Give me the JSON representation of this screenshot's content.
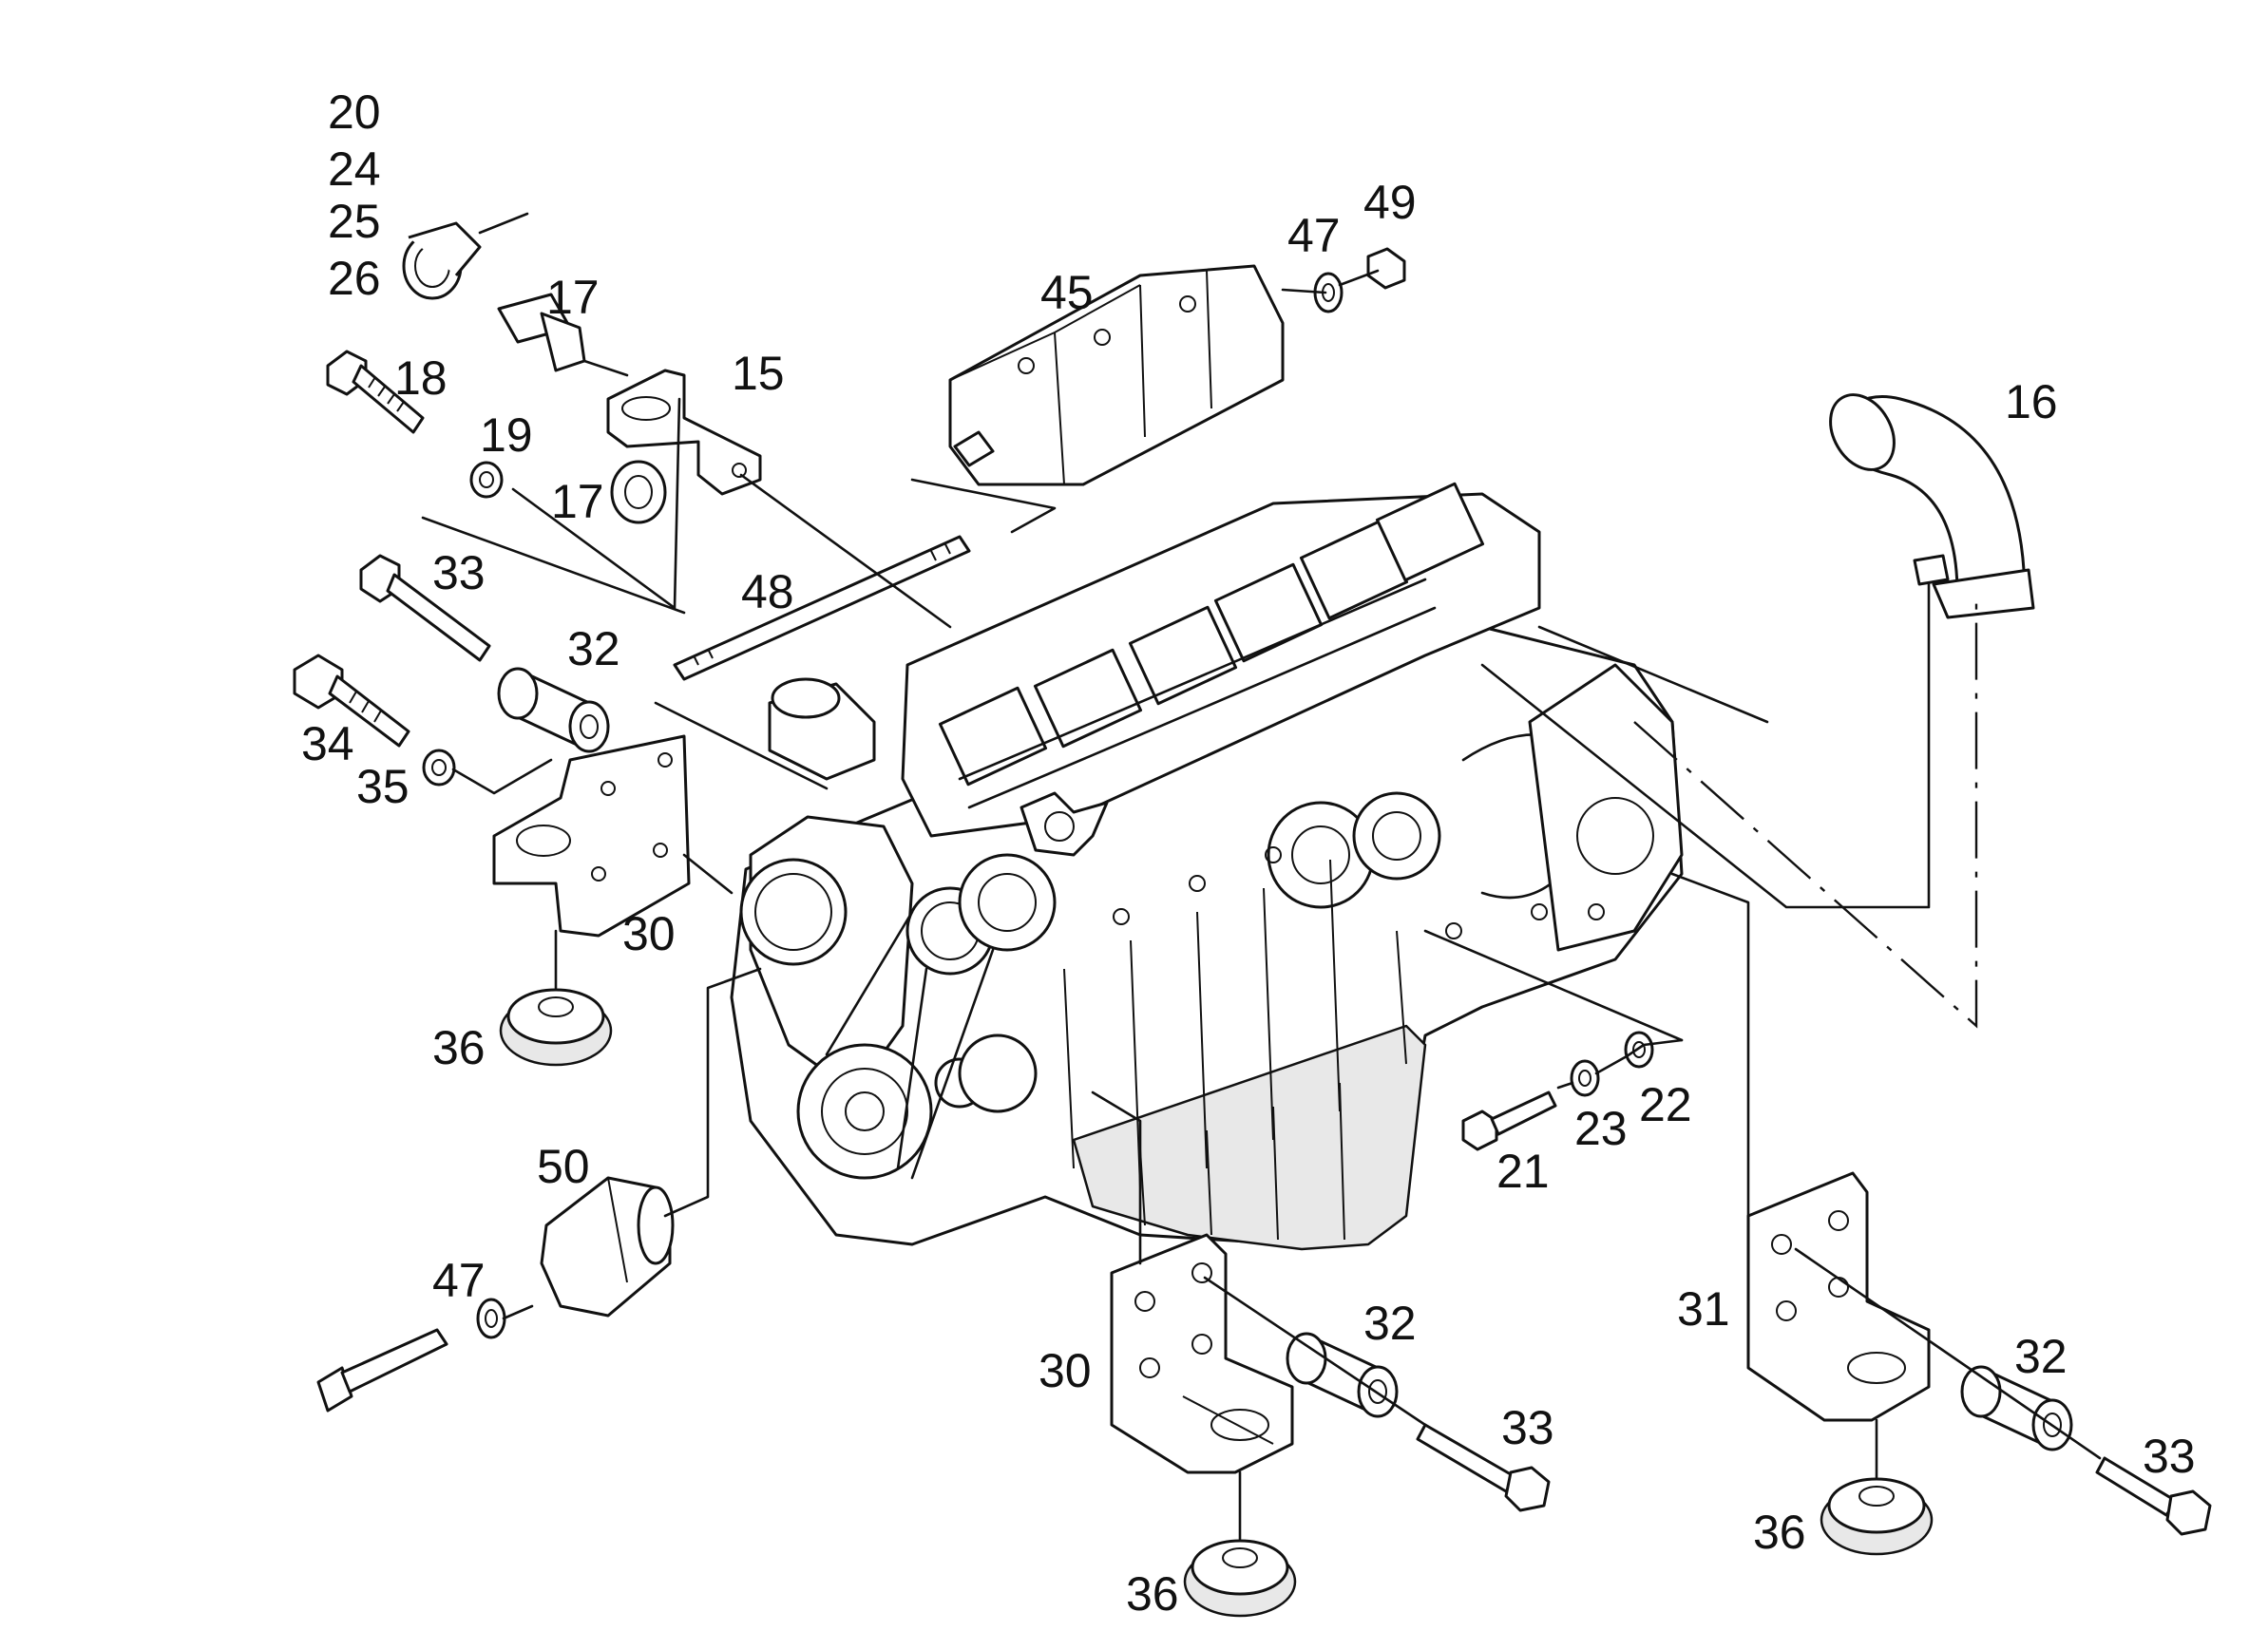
{
  "callouts": {
    "c20": "20",
    "c24": "24",
    "c25": "25",
    "c26": "26",
    "c17a": "17",
    "c17b": "17",
    "c18": "18",
    "c15": "15",
    "c19": "19",
    "c45": "45",
    "c47a": "47",
    "c49": "49",
    "c16": "16",
    "c33a": "33",
    "c48": "48",
    "c32a": "32",
    "c34": "34",
    "c35": "35",
    "c30a": "30",
    "c36a": "36",
    "c23": "23",
    "c22": "22",
    "c21": "21",
    "c50": "50",
    "c47b": "47",
    "c32b": "32",
    "c30b": "30",
    "c33b": "33",
    "c31": "31",
    "c32c": "32",
    "c33c": "33",
    "c36b": "36",
    "c36c": "36"
  }
}
